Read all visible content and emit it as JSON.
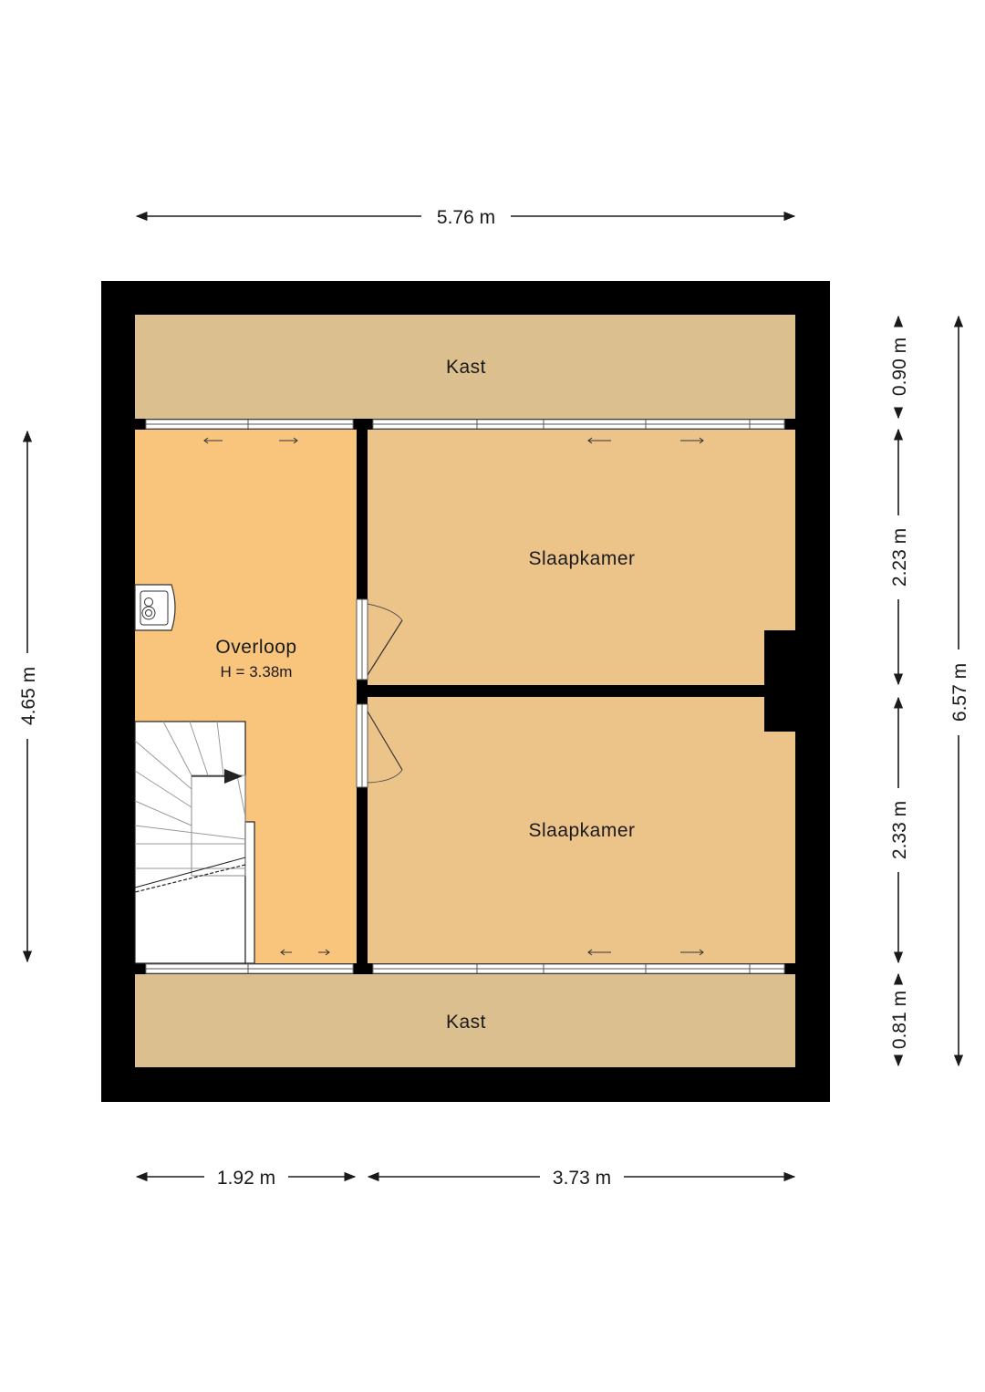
{
  "rooms": {
    "kast_top": {
      "label": "Kast",
      "color": "#dcbf8f"
    },
    "overloop": {
      "label": "Overloop",
      "sublabel": "H = 3.38m",
      "color": "#f9c57c"
    },
    "slaapkamer_top": {
      "label": "Slaapkamer",
      "color": "#ecc48a"
    },
    "slaapkamer_bottom": {
      "label": "Slaapkamer",
      "color": "#ecc48a"
    },
    "kast_bottom": {
      "label": "Kast",
      "color": "#dcbf8f"
    }
  },
  "dimensions": {
    "total_width": "5.76 m",
    "left_width": "1.92 m",
    "right_width": "3.73 m",
    "left_height": "4.65 m",
    "kast_top_depth": "0.90 m",
    "slaapkamer_top_depth": "2.23 m",
    "slaapkamer_bottom_depth": "2.33 m",
    "kast_bottom_depth": "0.81 m",
    "total_height": "6.57 m"
  },
  "colors": {
    "wall": "#000000",
    "stair": "#ffffff"
  }
}
